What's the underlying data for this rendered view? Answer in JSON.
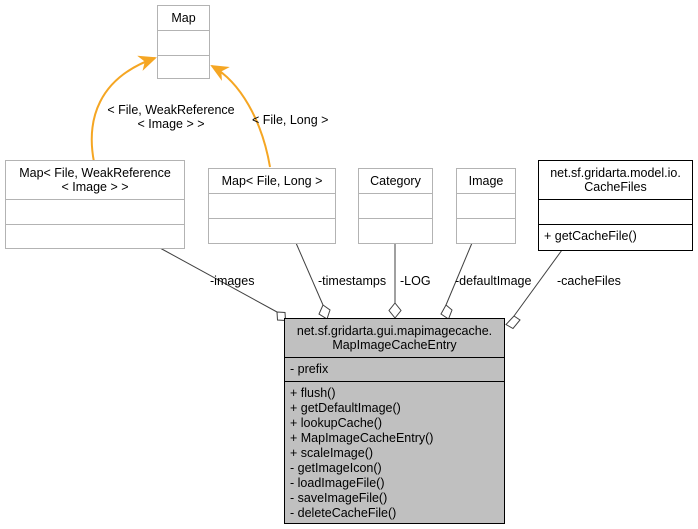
{
  "diagram": {
    "type": "uml-class-diagram",
    "background": "#ffffff",
    "colors": {
      "inheritance_arrow": "#f5a623",
      "association_line": "#404040",
      "focus_fill": "#c0c0c0",
      "plain_border": "#b3b3b3",
      "dark_border": "#000000"
    }
  },
  "classes": {
    "map": {
      "name": "Map",
      "attributes": [],
      "operations": []
    },
    "map_file_weakref_image": {
      "name": "Map< File, WeakReference\n< Image > >",
      "attributes": [],
      "operations": []
    },
    "map_file_long": {
      "name": "Map< File, Long >",
      "attributes": [],
      "operations": []
    },
    "category": {
      "name": "Category",
      "attributes": [],
      "operations": []
    },
    "image": {
      "name": "Image",
      "attributes": [],
      "operations": []
    },
    "cache_files": {
      "name": "net.sf.gridarta.model.io.\nCacheFiles",
      "attributes": [],
      "operations": [
        "+ getCacheFile()"
      ]
    },
    "map_image_cache_entry": {
      "name": "net.sf.gridarta.gui.mapimagecache.\nMapImageCacheEntry",
      "attributes": [
        "- prefix"
      ],
      "operations": [
        "+ flush()",
        "+ getDefaultImage()",
        "+ lookupCache()",
        "+ MapImageCacheEntry()",
        "+ scaleImage()",
        "- getImageIcon()",
        "- loadImageFile()",
        "- saveImageFile()",
        "- deleteCacheFile()"
      ]
    }
  },
  "edge_labels": {
    "weakref_binding": "< File, WeakReference\n< Image > >",
    "long_binding": "< File, Long >",
    "images": "-images",
    "timestamps": "-timestamps",
    "log": "-LOG",
    "default_image": "-defaultImage",
    "cache_files": "-cacheFiles"
  }
}
